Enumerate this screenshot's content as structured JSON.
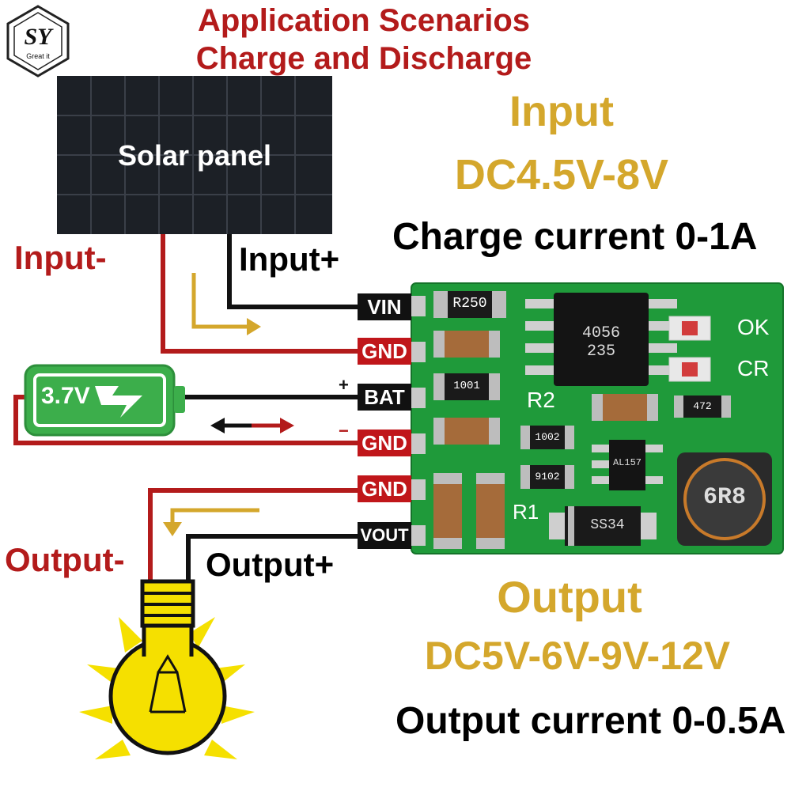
{
  "logo": {
    "letters": "SY",
    "tagline": "Great it"
  },
  "title": {
    "line1": "Application Scenarios",
    "line2": "Charge and Discharge"
  },
  "solar_panel_label": "Solar panel",
  "input_spec": {
    "label": "Input",
    "range": "DC4.5V-8V",
    "current": "Charge current 0-1A"
  },
  "wire_labels": {
    "input_minus": "Input-",
    "input_plus": "Input+",
    "output_minus": "Output-",
    "output_plus": "Output+"
  },
  "battery_label": "3.7V",
  "pins": [
    {
      "label": "VIN",
      "sign": ""
    },
    {
      "label": "GND",
      "sign": ""
    },
    {
      "label": "BAT",
      "sign": "+"
    },
    {
      "label": "GND",
      "sign": "−"
    },
    {
      "label": "GND",
      "sign": ""
    },
    {
      "label": "VOUT",
      "sign": ""
    }
  ],
  "board": {
    "resistor_top": "R250",
    "ic_main": "4056\n235",
    "led_labels": [
      "OK",
      "CR"
    ],
    "r2_label": "R2",
    "r1_label": "R1",
    "res_1001": "1001",
    "res_1002": "1002",
    "res_9102": "9102",
    "res_472": "472",
    "ic_small": "AL157",
    "diode": "SS34",
    "inductor": "6R8"
  },
  "output_spec": {
    "label": "Output",
    "range": "DC5V-6V-9V-12V",
    "current": "Output current 0-0.5A"
  },
  "colors": {
    "title_red": "#b31b1b",
    "gold": "#d4a72c",
    "pcb_green": "#1f9a3a",
    "wire_red": "#b31b1b",
    "battery_green": "#3cae4b"
  }
}
